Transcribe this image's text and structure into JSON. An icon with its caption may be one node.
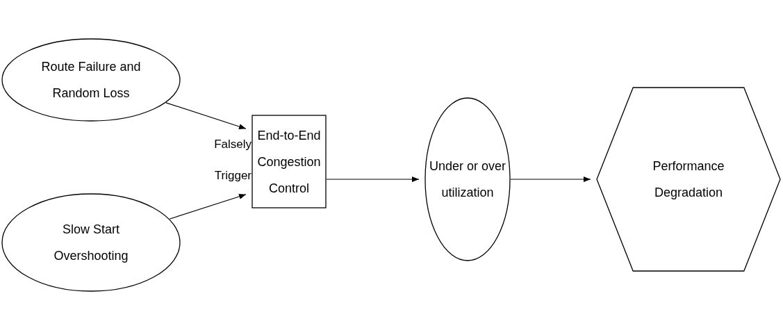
{
  "diagram": {
    "nodes": [
      {
        "text": [
          "Route Failure and Random Loss"
        ]
      },
      {
        "text": [
          "Slow Start Overshooting"
        ]
      },
      {
        "text": [
          "End-to-End Congestion Control"
        ]
      },
      {
        "text": [
          "Under or over utilization"
        ]
      },
      {
        "text": [
          "Performance Degradation"
        ]
      }
    ],
    "edges": [
      {
        "from": 0,
        "to": 2,
        "arrow": "to"
      },
      {
        "from": 1,
        "to": 2,
        "arrow": "to"
      },
      {
        "from": 2,
        "to": 3,
        "arrow": "to"
      },
      {
        "from": 3,
        "to": 4,
        "arrow": "to"
      }
    ],
    "labels": [
      "Falsely Trigger"
    ]
  }
}
